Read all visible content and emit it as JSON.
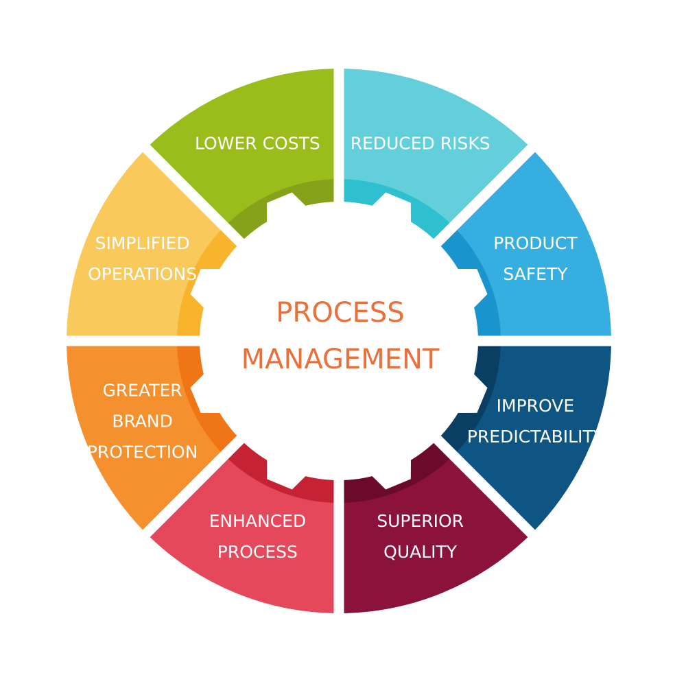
{
  "center": {
    "title_line1": "PROCESS",
    "title_line2": "MANAGEMENT",
    "title_color": "#e8703a"
  },
  "segments": [
    {
      "name": "reduced-risks",
      "lines": [
        "REDUCED RISKS"
      ],
      "color": "#62cfdb",
      "inner_color": "#2fc0d0"
    },
    {
      "name": "product-safety",
      "lines": [
        "PRODUCT",
        "SAFETY"
      ],
      "color": "#37aee0",
      "inner_color": "#1a94cc"
    },
    {
      "name": "improve-predictability",
      "lines": [
        "IMPROVE",
        "PREDICTABILITY"
      ],
      "color": "#0f5583",
      "inner_color": "#0a3e63"
    },
    {
      "name": "superior-quality",
      "lines": [
        "SUPERIOR",
        "QUALITY"
      ],
      "color": "#8b123b",
      "inner_color": "#6c0a2c"
    },
    {
      "name": "enhanced-process",
      "lines": [
        "ENHANCED",
        "PROCESS"
      ],
      "color": "#e5485a",
      "inner_color": "#c52334"
    },
    {
      "name": "greater-brand-protection",
      "lines": [
        "GREATER",
        "BRAND",
        "PROTECTION"
      ],
      "color": "#f4902e",
      "inner_color": "#f07514"
    },
    {
      "name": "simplified-operations",
      "lines": [
        "SIMPLIFIED",
        "OPERATIONS"
      ],
      "color": "#fac95b",
      "inner_color": "#f8b42c"
    },
    {
      "name": "lower-costs",
      "lines": [
        "LOWER COSTS"
      ],
      "color": "#99bd1b",
      "inner_color": "#86a21a"
    }
  ]
}
